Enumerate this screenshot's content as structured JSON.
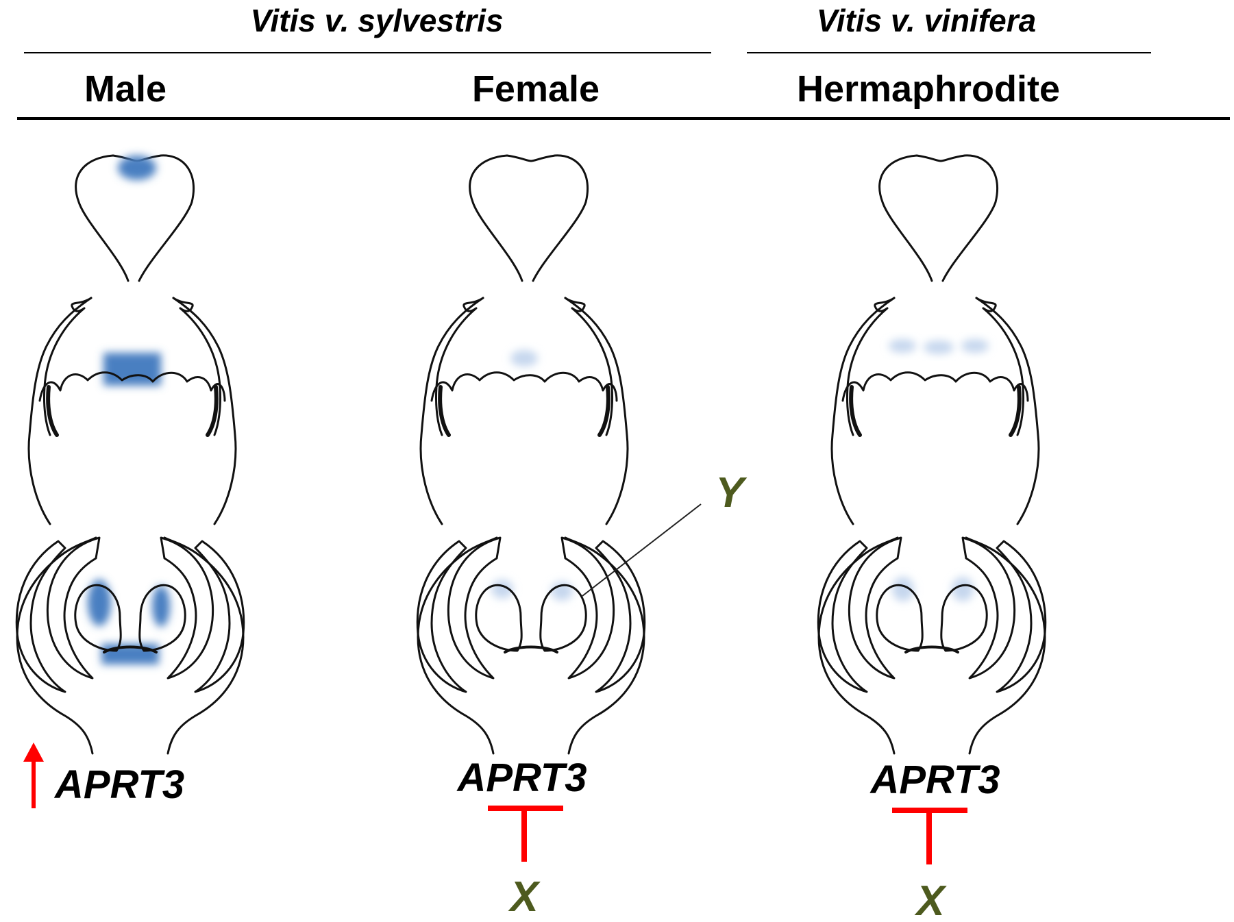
{
  "header": {
    "species_left": "Vitis v. sylvestris",
    "species_right": "Vitis v. vinifera",
    "sex_male": "Male",
    "sex_female": "Female",
    "sex_hermaphrodite": "Hermaphrodite"
  },
  "columns": [
    {
      "id": "male",
      "gene_label": "APRT3",
      "regulation": "up-arrow",
      "expression_level": "strong"
    },
    {
      "id": "female",
      "gene_label": "APRT3",
      "regulation": "inhibition",
      "inhibitor_label": "X",
      "pointer_label": "Y",
      "expression_level": "faint"
    },
    {
      "id": "hermaphrodite",
      "gene_label": "APRT3",
      "regulation": "inhibition",
      "inhibitor_label": "X",
      "expression_level": "faint"
    }
  ],
  "colors": {
    "expression_strong": "#4a7fc1",
    "expression_faint": "#c6d7ee",
    "arrow_red": "#ff0000",
    "chromosome_label": "#4d5a1e",
    "outline": "#111111"
  }
}
